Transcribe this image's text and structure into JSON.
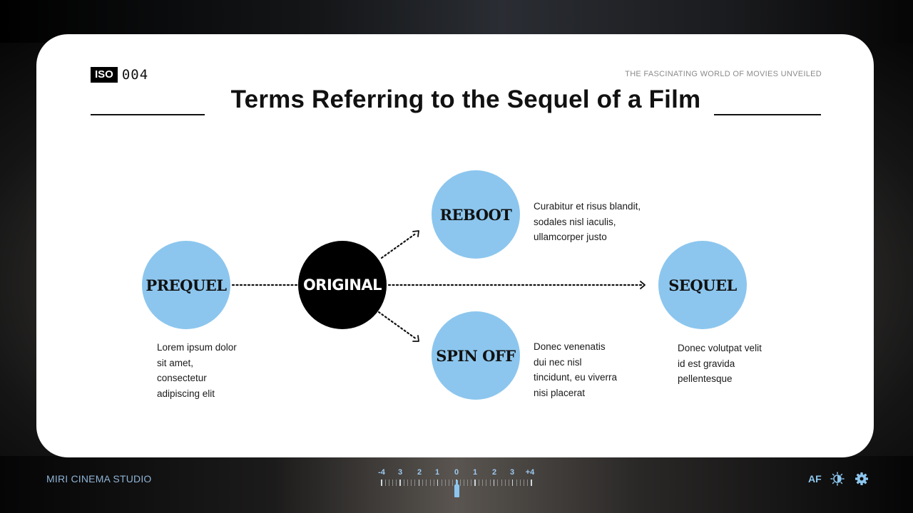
{
  "header": {
    "iso_label": "ISO",
    "iso_value": "004",
    "tagline": "THE FASCINATING WORLD OF MOVIES UNVEILED",
    "title": "Terms Referring to the Sequel of a Film"
  },
  "diagram": {
    "nodes": [
      {
        "id": "prequel",
        "label": "PREQUEL",
        "color": "#8cc6ee",
        "description": "Lorem ipsum dolor sit amet, consectetur adipiscing elit"
      },
      {
        "id": "original",
        "label": "ORIGINAL",
        "color": "#000000"
      },
      {
        "id": "reboot",
        "label": "REBOOT",
        "color": "#8cc6ee",
        "description": "Curabitur et risus blandit, sodales nisl iaculis, ullamcorper justo"
      },
      {
        "id": "spin_off",
        "label": "SPIN OFF",
        "color": "#8cc6ee",
        "description": "Donec venenatis dui nec nisl tincidunt, eu viverra nisi placerat"
      },
      {
        "id": "sequel",
        "label": "SEQUEL",
        "color": "#8cc6ee",
        "description": "Donec volutpat velit id est gravida pellentesque"
      }
    ],
    "edges": [
      {
        "from": "prequel",
        "to": "original",
        "style": "dotted",
        "arrow": false
      },
      {
        "from": "original",
        "to": "reboot",
        "style": "dotted",
        "arrow": true
      },
      {
        "from": "original",
        "to": "spin_off",
        "style": "dotted",
        "arrow": true
      },
      {
        "from": "original",
        "to": "sequel",
        "style": "dotted",
        "arrow": true
      }
    ],
    "prequel_desc_lines": [
      "Lorem ipsum dolor",
      "sit amet,",
      "consectetur",
      "adipiscing elit"
    ],
    "reboot_desc_lines": [
      "Curabitur et risus blandit,",
      "sodales nisl iaculis,",
      "ullamcorper justo"
    ],
    "spin_off_desc_lines": [
      "Donec venenatis",
      "dui nec nisl",
      "tincidunt, eu viverra",
      "nisi placerat"
    ],
    "sequel_desc_lines": [
      "Donec volutpat velit",
      "id est gravida",
      "pellentesque"
    ]
  },
  "footer": {
    "brand": "MIRI CINEMA STUDIO",
    "exposure_scale": [
      "-4",
      "3",
      "2",
      "1",
      "0",
      "1",
      "2",
      "3",
      "+4"
    ],
    "exposure_value": "0",
    "af_label": "AF",
    "icons": [
      "brightness-contrast-icon",
      "gear-icon"
    ],
    "accent_color": "#8cc6ee"
  }
}
